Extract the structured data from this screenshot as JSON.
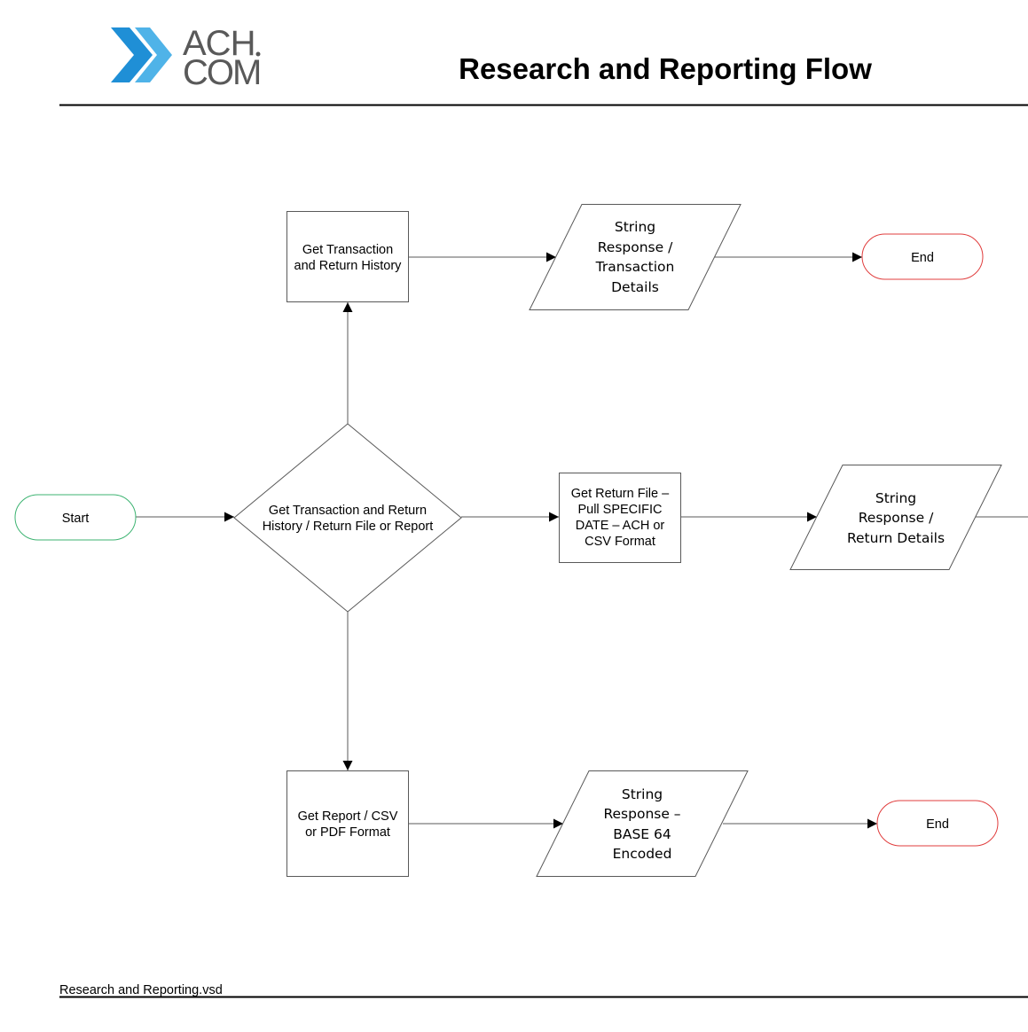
{
  "header": {
    "logo_line1": "ACH",
    "logo_line2": "COM",
    "title": "Research and Reporting Flow"
  },
  "footer": {
    "filename": "Research and Reporting.vsd"
  },
  "nodes": {
    "start": [
      "Start"
    ],
    "decision": [
      "Get Transaction and Return",
      "History / Return File or Report"
    ],
    "history": [
      "Get Transaction",
      "and Return History"
    ],
    "history_response": [
      "String",
      "Response /",
      "Transaction",
      "Details"
    ],
    "end_top": [
      "End"
    ],
    "return_file": [
      "Get Return File –",
      "Pull SPECIFIC",
      "DATE – ACH or",
      "CSV Format"
    ],
    "return_response": [
      "String",
      "Response /",
      "Return Details"
    ],
    "report": [
      "Get Report / CSV",
      "or PDF Format"
    ],
    "report_response": [
      "String",
      "Response –",
      "BASE 64",
      "Encoded"
    ],
    "end_bottom": [
      "End"
    ]
  },
  "colors": {
    "start_border": "#3cb371",
    "end_border": "#e03c3c",
    "logo_dark": "#1f8fd6",
    "logo_light": "#4fb3e8",
    "line": "#595959"
  }
}
